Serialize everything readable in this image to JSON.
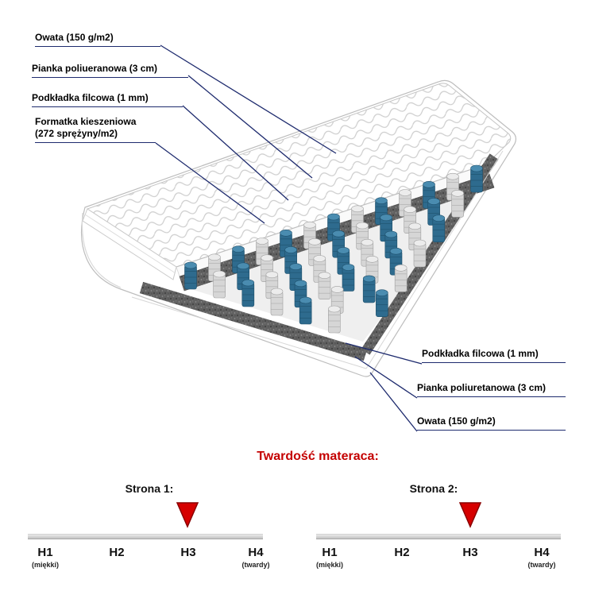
{
  "labels": {
    "left": [
      {
        "text": "Owata (150 g/m2)"
      },
      {
        "text": "Pianka poliueranowa (3 cm)"
      },
      {
        "text": "Podkładka filcowa (1 mm)"
      },
      {
        "text": "Formatka kieszeniowa",
        "text2": "(272 sprężyny/m2)"
      }
    ],
    "right": [
      {
        "text": "Podkładka filcowa (1 mm)"
      },
      {
        "text": "Pianka poliuretanowa (3 cm)"
      },
      {
        "text": "Owata (150 g/m2)"
      }
    ]
  },
  "hardness": {
    "title": "Twardość materaca:",
    "scales": [
      {
        "name": "Strona 1:",
        "pointer_at": "H3",
        "levels": [
          {
            "label": "H1",
            "note": "(miękki)"
          },
          {
            "label": "H2",
            "note": ""
          },
          {
            "label": "H3",
            "note": ""
          },
          {
            "label": "H4",
            "note": "(twardy)"
          }
        ]
      },
      {
        "name": "Strona 2:",
        "pointer_at": "H3",
        "levels": [
          {
            "label": "H1",
            "note": "(miękki)"
          },
          {
            "label": "H2",
            "note": ""
          },
          {
            "label": "H3",
            "note": ""
          },
          {
            "label": "H4",
            "note": "(twardy)"
          }
        ]
      }
    ]
  },
  "colors": {
    "leader_line": "#1e2b6e",
    "title_red": "#c40000",
    "pointer_red": "#d60000",
    "pointer_edge": "#8a0000",
    "spring_blue": "#2e6b8e",
    "spring_light": "#d6d6d6",
    "felt_gray": "#616161",
    "bar_gray": "#d0d0d0"
  }
}
